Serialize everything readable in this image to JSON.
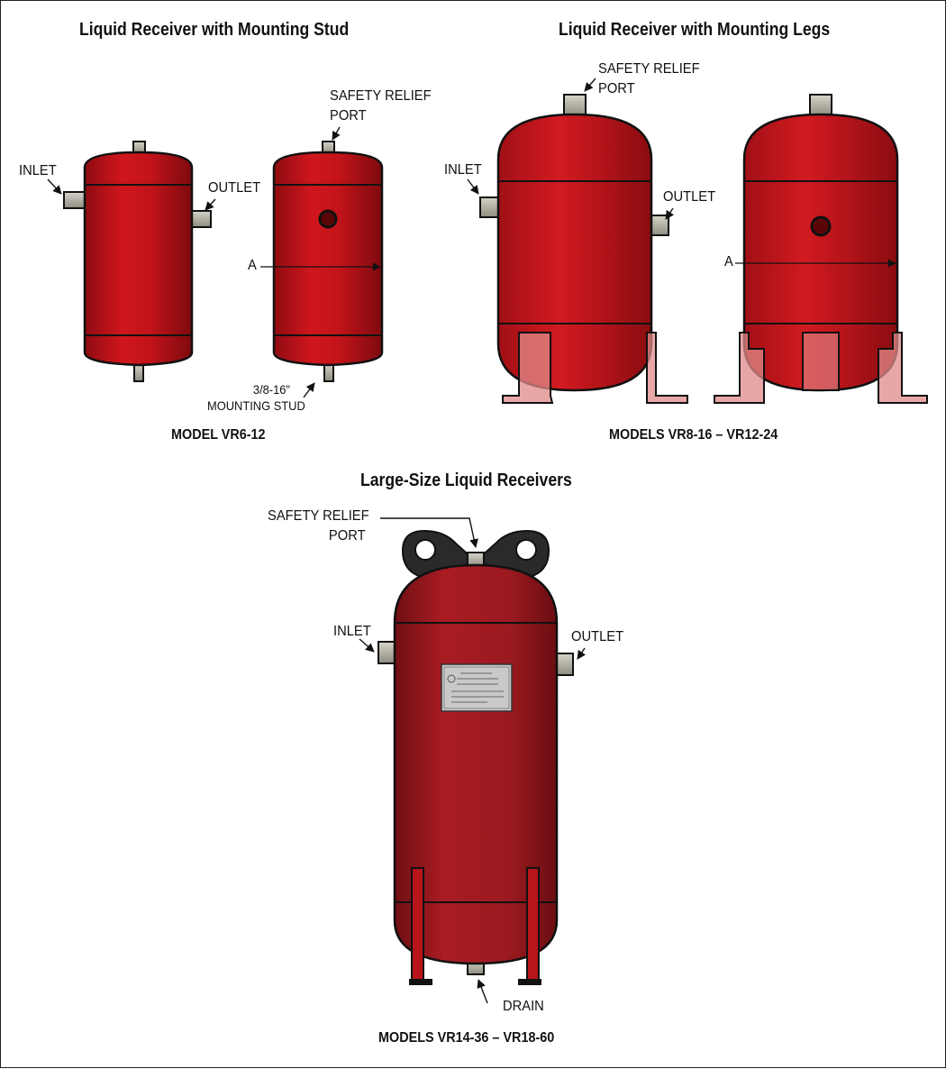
{
  "sections": {
    "stud": {
      "title": "Liquid Receiver with Mounting Stud",
      "caption": "MODEL VR6-12"
    },
    "legs": {
      "title": "Liquid Receiver with Mounting Legs",
      "caption": "MODELS VR8-16 – VR12-24"
    },
    "large": {
      "title": "Large-Size Liquid Receivers",
      "caption": "MODELS VR14-36 – VR18-60"
    }
  },
  "labels": {
    "inlet": "INLET",
    "outlet": "OUTLET",
    "safety_relief_1": "SAFETY RELIEF",
    "safety_relief_2": "PORT",
    "mounting_stud_1": "3/8-16\"",
    "mounting_stud_2": "MOUNTING STUD",
    "dimension_a": "A",
    "drain": "DRAIN"
  },
  "colors": {
    "tank_red": "#c0141a",
    "tank_dark": "#7a0b0f",
    "fitting_gray": "#a9a69a",
    "leg_pink": "#d98a8a",
    "outline": "#111111"
  }
}
